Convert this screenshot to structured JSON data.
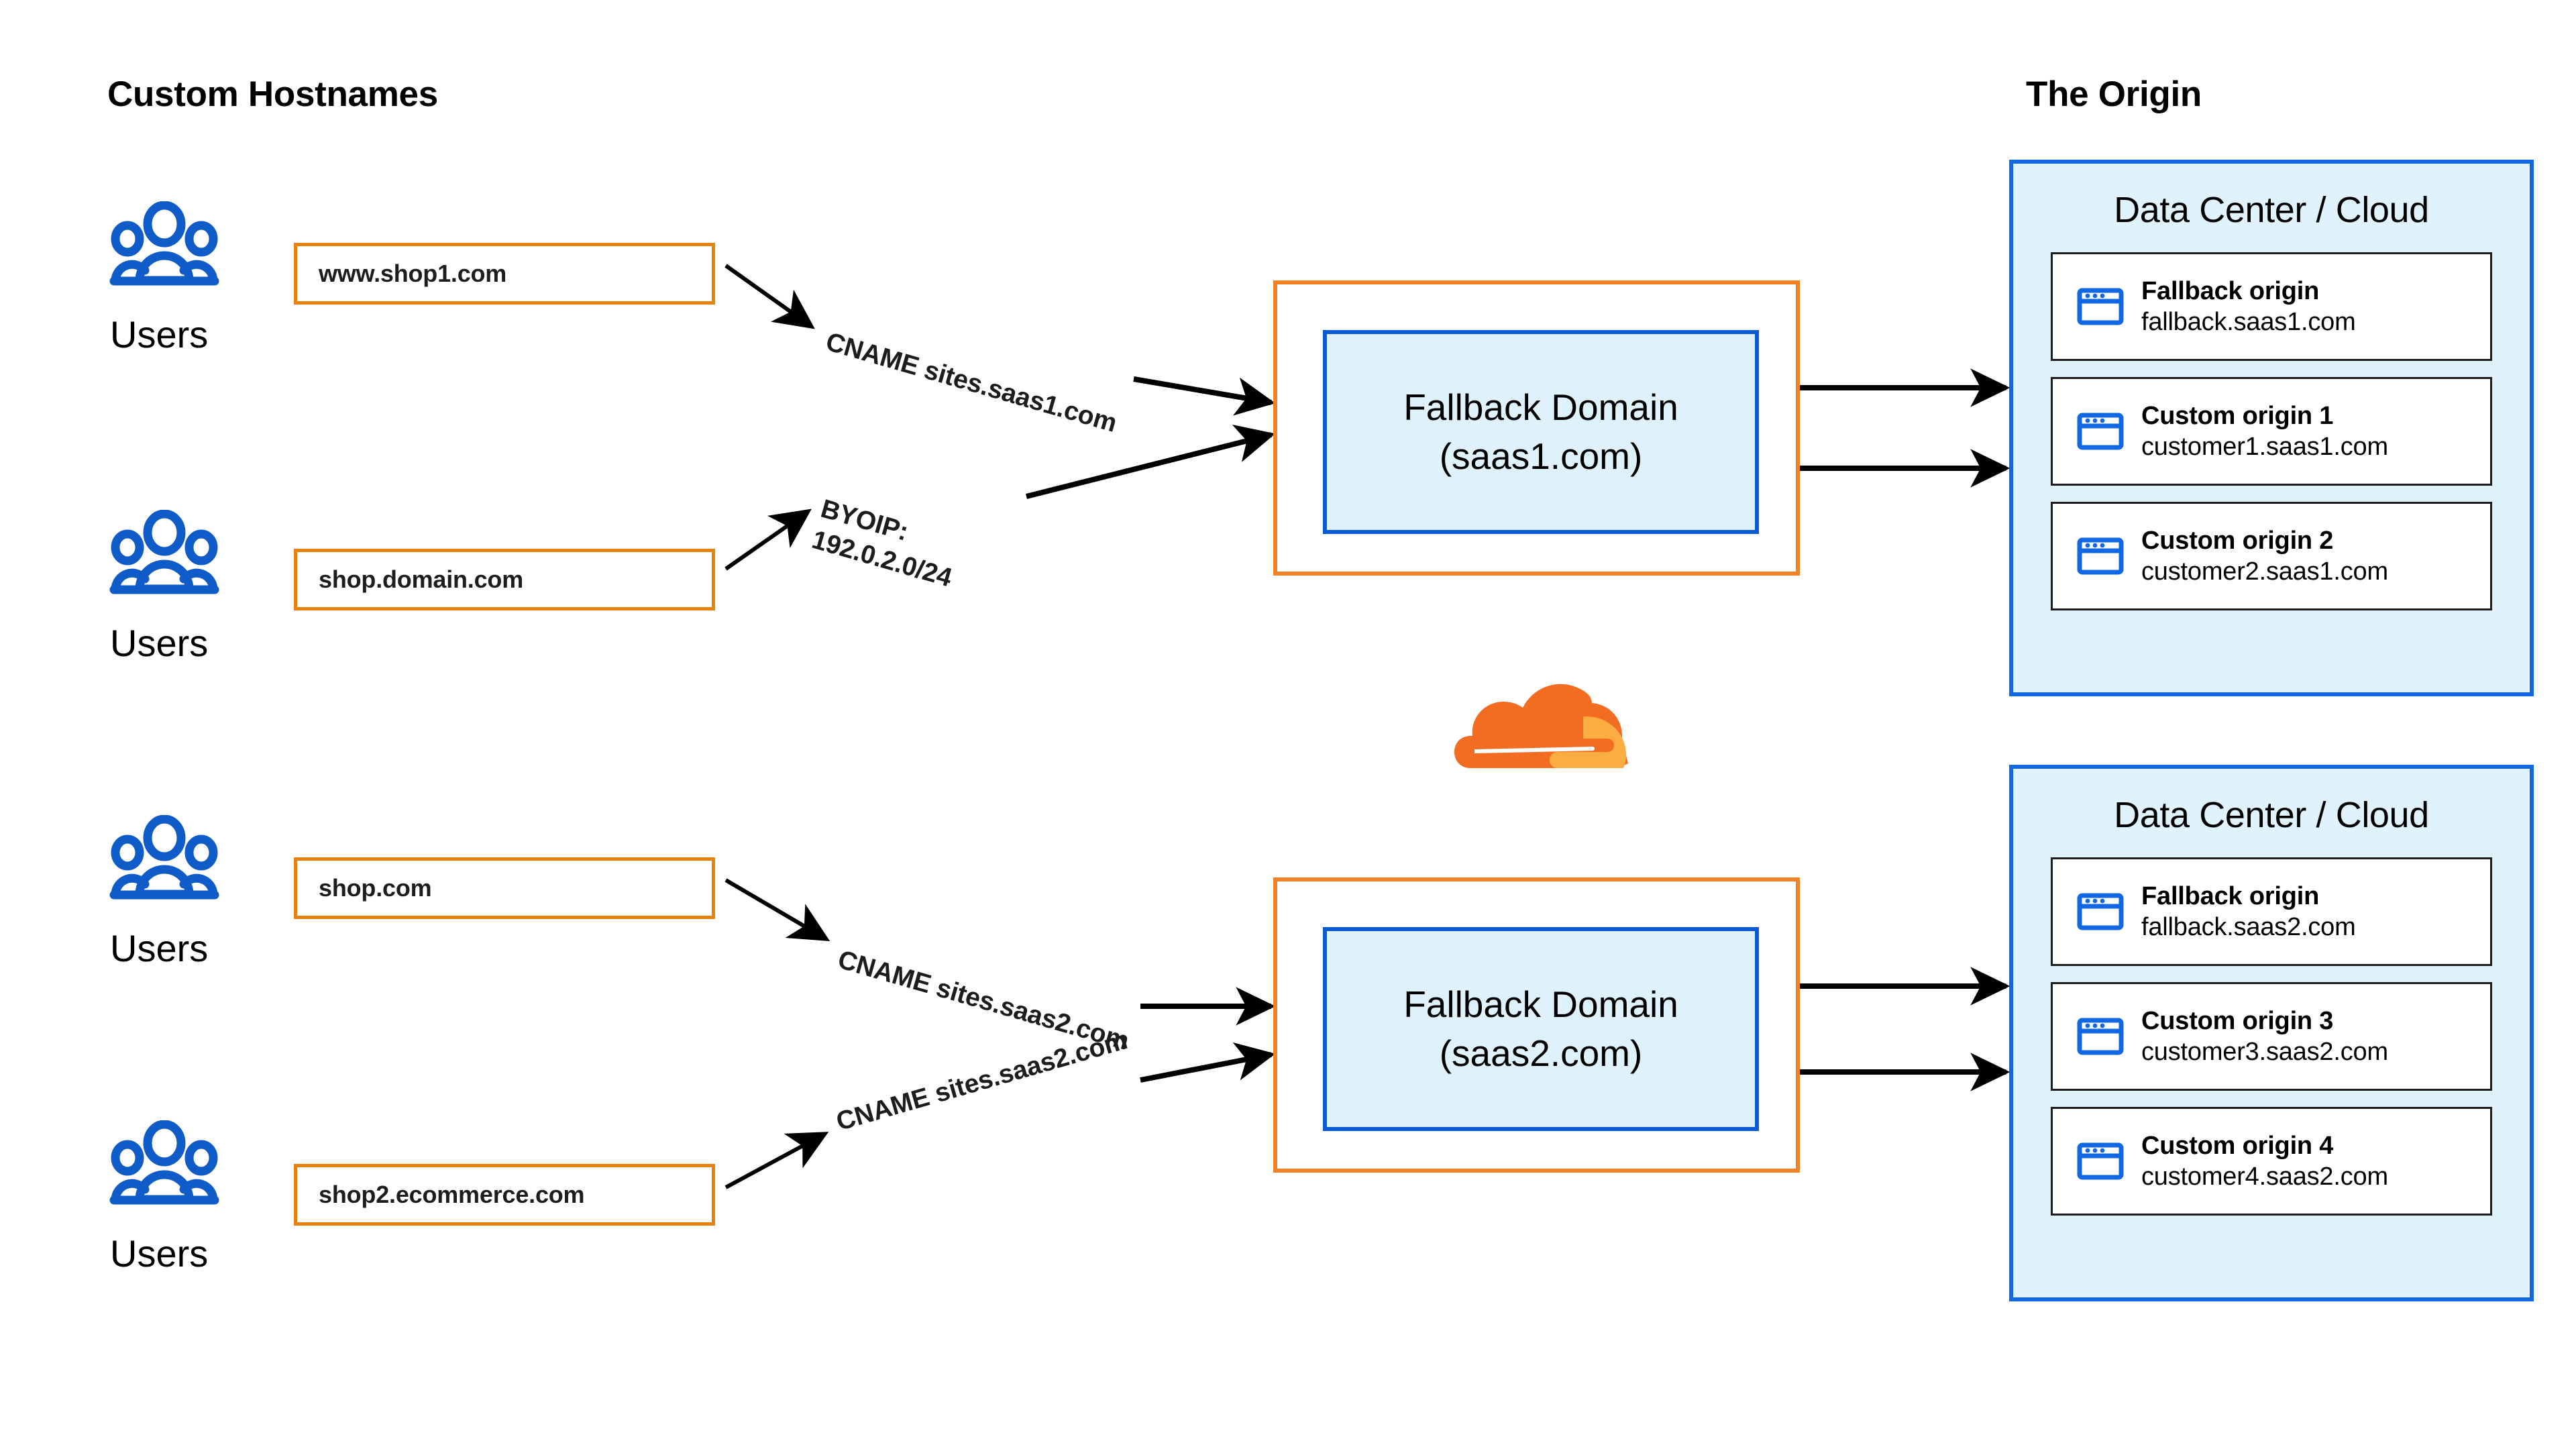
{
  "columns": {
    "hostnames_title": "Custom Hostnames",
    "origin_title": "The Origin"
  },
  "users_groups": [
    {
      "label": "Users",
      "icon": "users-icon"
    },
    {
      "label": "Users",
      "icon": "users-icon"
    },
    {
      "label": "Users",
      "icon": "users-icon"
    },
    {
      "label": "Users",
      "icon": "users-icon"
    }
  ],
  "custom_hostnames": [
    {
      "value": "www.shop1.com"
    },
    {
      "value": "shop.domain.com"
    },
    {
      "value": "shop.com"
    },
    {
      "value": "shop2.ecommerce.com"
    }
  ],
  "edge_labels": [
    {
      "text": "CNAME sites.saas1.com"
    },
    {
      "text_line1": "BYOIP:",
      "text_line2": "192.0.2.0/24"
    },
    {
      "text": "CNAME sites.saas2.com"
    },
    {
      "text": "CNAME sites.saas2.com"
    }
  ],
  "fallback_domains": [
    {
      "line1": "Fallback Domain",
      "line2": "(saas1.com)"
    },
    {
      "line1": "Fallback Domain",
      "line2": "(saas2.com)"
    }
  ],
  "data_centers": [
    {
      "title": "Data Center / Cloud",
      "origins": [
        {
          "name": "Fallback origin",
          "host": "fallback.saas1.com",
          "icon": "browser-window-icon"
        },
        {
          "name": "Custom origin 1",
          "host": "customer1.saas1.com",
          "icon": "browser-window-icon"
        },
        {
          "name": "Custom origin 2",
          "host": "customer2.saas1.com",
          "icon": "browser-window-icon"
        }
      ]
    },
    {
      "title": "Data Center / Cloud",
      "origins": [
        {
          "name": "Fallback origin",
          "host": "fallback.saas2.com",
          "icon": "browser-window-icon"
        },
        {
          "name": "Custom origin 3",
          "host": "customer3.saas2.com",
          "icon": "browser-window-icon"
        },
        {
          "name": "Custom origin 4",
          "host": "customer4.saas2.com",
          "icon": "browser-window-icon"
        }
      ]
    }
  ],
  "brand": {
    "logo": "cloudflare-logo",
    "orange_dark": "#f26c21",
    "orange_light": "#fbad41",
    "hostname_border": "#e8820c",
    "fallback_border": "#ef8326",
    "blue_border": "#0a5ad6",
    "blue_fill": "#dff1fb",
    "datacenter_border": "#1268e3",
    "datacenter_fill": "#e0f2fc",
    "icon_blue": "#0f5bc8"
  }
}
